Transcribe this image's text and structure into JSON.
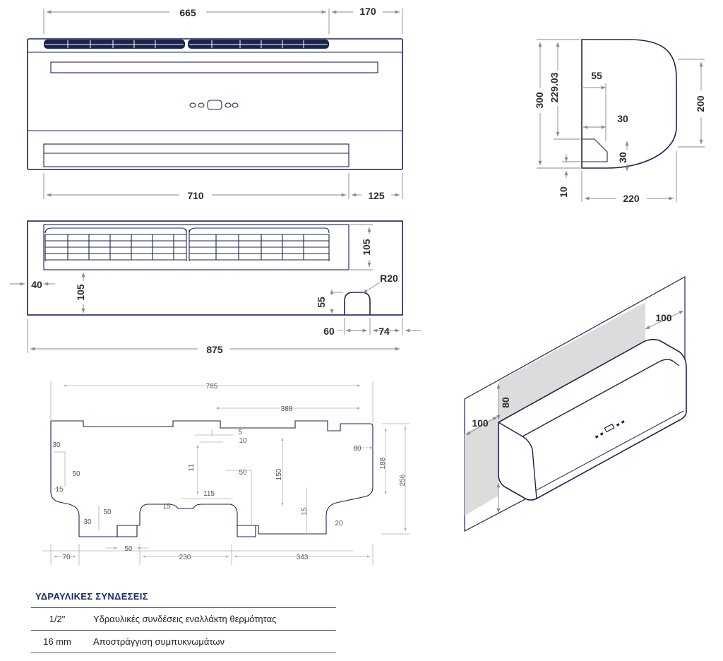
{
  "front_view": {
    "dims": {
      "top_width": "665",
      "top_side": "170",
      "bottom_width": "710",
      "bottom_side": "125"
    }
  },
  "side_view": {
    "dims": {
      "height": "300",
      "inner_height": "229.03",
      "upper_height": "200",
      "offset": "55",
      "notch_w": "30",
      "notch_h": "30",
      "bottom_gap": "10",
      "depth": "220"
    }
  },
  "top_view": {
    "dims": {
      "grille_depth": "105",
      "left_offset": "40",
      "left_depth": "105",
      "radius": "R20",
      "slot_height": "55",
      "slot_width": "60",
      "slot_offset": "74",
      "total_width": "875"
    }
  },
  "bracket": {
    "dims": [
      "785",
      "388",
      "5",
      "10",
      "30",
      "80",
      "50",
      "11",
      "50",
      "150",
      "188",
      "256",
      "115",
      "15",
      "15",
      "50",
      "30",
      "50",
      "15",
      "20",
      "70",
      "50",
      "230",
      "343"
    ]
  },
  "isometric": {
    "dims": {
      "top_clearance": "100",
      "side_clearance": "100",
      "front_clearance": "80"
    }
  },
  "connections": {
    "title": "ΥΔΡΑΥΛΙΚΕΣ ΣΥΝΔΕΣΕΙΣ",
    "rows": [
      {
        "size": "1/2\"",
        "description": "Υδραυλικές συνδέσεις εναλλάκτη θερμότητας"
      },
      {
        "size": "16 mm",
        "description": "Αποστράγγιση συμπυκνωμάτων"
      }
    ]
  }
}
